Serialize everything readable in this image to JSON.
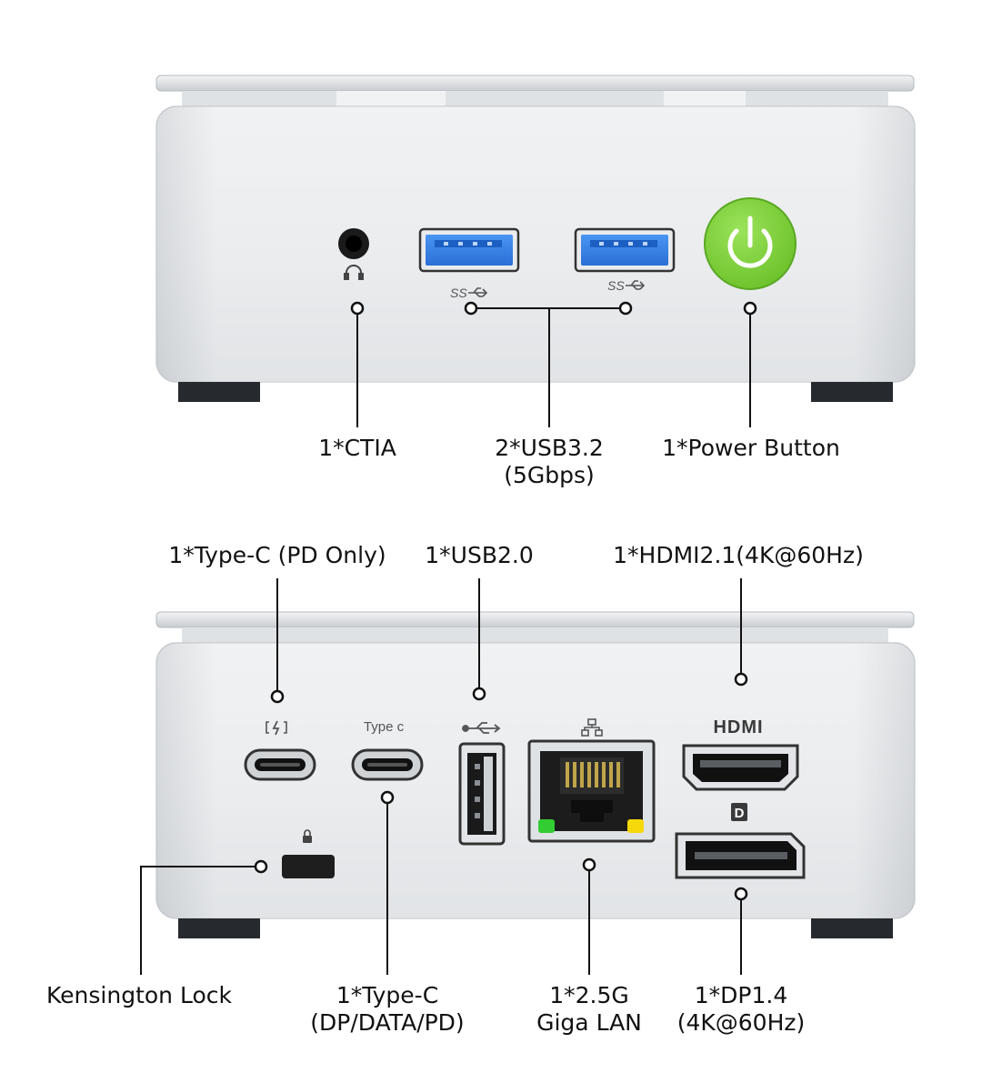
{
  "colors": {
    "background": "#ffffff",
    "chassis": "#e7e9ec",
    "usb3_blue": "#2f7ee8",
    "power_green": "#7ed23a",
    "led_green": "#33cc33",
    "led_yellow": "#f5d90a",
    "feet": "#26292d"
  },
  "front": {
    "labels": {
      "ctia": "1*CTIA",
      "usb32_line1": "2*USB3.2",
      "usb32_line2": "(5Gbps)",
      "power": "1*Power Button"
    },
    "icons": [
      "headphone-icon",
      "superspeed-usb-icon",
      "power-icon"
    ],
    "usb_marking": "SS"
  },
  "rear": {
    "labels": {
      "typec_pd": "1*Type-C (PD Only)",
      "usb20": "1*USB2.0",
      "hdmi": "1*HDMI2.1(4K@60Hz)",
      "kensington": "Kensington Lock",
      "typec_full_line1": "1*Type-C",
      "typec_full_line2": "(DP/DATA/PD)",
      "lan_line1": "1*2.5G",
      "lan_line2": "Giga LAN",
      "dp_line1": "1*DP1.4",
      "dp_line2": "(4K@60Hz)"
    },
    "port_marks": {
      "typec": "Type c",
      "hdmi": "HDMI",
      "dp": "D"
    },
    "icons": [
      "charging-icon",
      "usb-icon",
      "network-icon",
      "lock-icon",
      "displayport-icon"
    ]
  }
}
